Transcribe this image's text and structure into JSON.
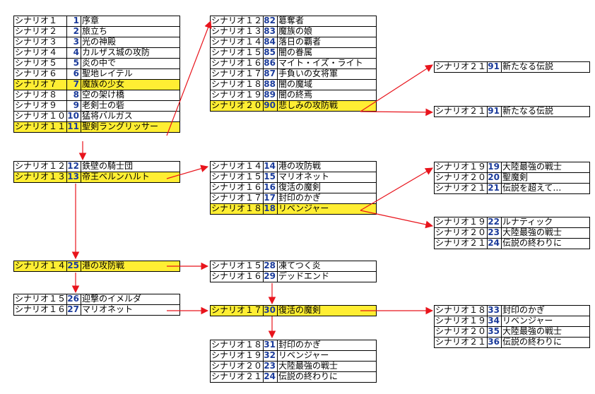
{
  "colors": {
    "highlight": "#ffee33",
    "arrow": "#e8141c",
    "number": "#1a3a9a",
    "border": "#000000"
  },
  "blocks": [
    {
      "id": "b1",
      "rows": [
        {
          "name": "シナリオ１",
          "num": "1",
          "title": "序章"
        },
        {
          "name": "シナリオ２",
          "num": "2",
          "title": "旅立ち"
        },
        {
          "name": "シナリオ３",
          "num": "3",
          "title": "光の神殿"
        },
        {
          "name": "シナリオ４",
          "num": "4",
          "title": "カルザス城の攻防"
        },
        {
          "name": "シナリオ５",
          "num": "5",
          "title": "炎の中で"
        },
        {
          "name": "シナリオ６",
          "num": "6",
          "title": "聖地レイテル"
        },
        {
          "name": "シナリオ７",
          "num": "7",
          "title": "魔族の少女",
          "hl": true
        },
        {
          "name": "シナリオ８",
          "num": "8",
          "title": "空の架け橋"
        },
        {
          "name": "シナリオ９",
          "num": "9",
          "title": "老剣士の砦"
        },
        {
          "name": "シナリオ１０",
          "num": "10",
          "title": "猛将バルガス"
        },
        {
          "name": "シナリオ１１",
          "num": "11",
          "title": "聖剣ラングリッサー",
          "hl": true
        }
      ]
    },
    {
      "id": "b2",
      "rows": [
        {
          "name": "シナリオ１２",
          "num": "82",
          "title": "簒奪者"
        },
        {
          "name": "シナリオ１３",
          "num": "83",
          "title": "魔族の娘"
        },
        {
          "name": "シナリオ１４",
          "num": "84",
          "title": "落日の覇者"
        },
        {
          "name": "シナリオ１５",
          "num": "85",
          "title": "闇の眷属"
        },
        {
          "name": "シナリオ１６",
          "num": "86",
          "title": "マイト・イズ・ライト"
        },
        {
          "name": "シナリオ１７",
          "num": "87",
          "title": "手負いの女将軍"
        },
        {
          "name": "シナリオ１８",
          "num": "88",
          "title": "闇の魔域"
        },
        {
          "name": "シナリオ１９",
          "num": "89",
          "title": "闇の終焉"
        },
        {
          "name": "シナリオ２０",
          "num": "90",
          "title": "悲しみの攻防戦",
          "hl": true
        }
      ]
    },
    {
      "id": "b3",
      "rows": [
        {
          "name": "シナリオ２１",
          "num": "91",
          "title": "新たなる伝説"
        }
      ]
    },
    {
      "id": "b4",
      "rows": [
        {
          "name": "シナリオ２１",
          "num": "91",
          "title": "新たなる伝説"
        }
      ]
    },
    {
      "id": "b5",
      "rows": [
        {
          "name": "シナリオ１２",
          "num": "12",
          "title": "鉄壁の騎士団"
        },
        {
          "name": "シナリオ１３",
          "num": "13",
          "title": "帝王ベルンハルト",
          "hl": true
        }
      ]
    },
    {
      "id": "b6",
      "rows": [
        {
          "name": "シナリオ１４",
          "num": "14",
          "title": "港の攻防戦"
        },
        {
          "name": "シナリオ１５",
          "num": "15",
          "title": "マリオネット"
        },
        {
          "name": "シナリオ１６",
          "num": "16",
          "title": "復活の魔剣"
        },
        {
          "name": "シナリオ１７",
          "num": "17",
          "title": "封印のかぎ"
        },
        {
          "name": "シナリオ１８",
          "num": "18",
          "title": "リベンジャー",
          "hl": true
        }
      ]
    },
    {
      "id": "b7",
      "rows": [
        {
          "name": "シナリオ１９",
          "num": "19",
          "title": "大陸最強の戦士"
        },
        {
          "name": "シナリオ２０",
          "num": "20",
          "title": "聖魔剣"
        },
        {
          "name": "シナリオ２１",
          "num": "21",
          "title": "伝説を超えて…"
        }
      ]
    },
    {
      "id": "b8",
      "rows": [
        {
          "name": "シナリオ１９",
          "num": "22",
          "title": "ルナティック"
        },
        {
          "name": "シナリオ２０",
          "num": "23",
          "title": "大陸最強の戦士"
        },
        {
          "name": "シナリオ２１",
          "num": "24",
          "title": "伝説の終わりに"
        }
      ]
    },
    {
      "id": "b9",
      "rows": [
        {
          "name": "シナリオ１４",
          "num": "25",
          "title": "港の攻防戦",
          "hl": true
        }
      ]
    },
    {
      "id": "b10",
      "rows": [
        {
          "name": "シナリオ１５",
          "num": "28",
          "title": "凍てつく炎"
        },
        {
          "name": "シナリオ１６",
          "num": "29",
          "title": "デッドエンド"
        }
      ]
    },
    {
      "id": "b11",
      "rows": [
        {
          "name": "シナリオ１５",
          "num": "26",
          "title": "迎撃のイメルダ"
        },
        {
          "name": "シナリオ１６",
          "num": "27",
          "title": "マリオネット"
        }
      ]
    },
    {
      "id": "b12",
      "rows": [
        {
          "name": "シナリオ１７",
          "num": "30",
          "title": "復活の魔剣",
          "hl": true
        }
      ]
    },
    {
      "id": "b13",
      "rows": [
        {
          "name": "シナリオ１８",
          "num": "33",
          "title": "封印のかぎ"
        },
        {
          "name": "シナリオ１９",
          "num": "34",
          "title": "リベンジャー"
        },
        {
          "name": "シナリオ２０",
          "num": "35",
          "title": "大陸最強の戦士"
        },
        {
          "name": "シナリオ２１",
          "num": "36",
          "title": "伝説の終わりに"
        }
      ]
    },
    {
      "id": "b14",
      "rows": [
        {
          "name": "シナリオ１８",
          "num": "31",
          "title": "封印のかぎ"
        },
        {
          "name": "シナリオ１９",
          "num": "32",
          "title": "リベンジャー"
        },
        {
          "name": "シナリオ２０",
          "num": "23",
          "title": "大陸最強の戦士"
        },
        {
          "name": "シナリオ２１",
          "num": "24",
          "title": "伝説の終わりに"
        }
      ]
    }
  ]
}
